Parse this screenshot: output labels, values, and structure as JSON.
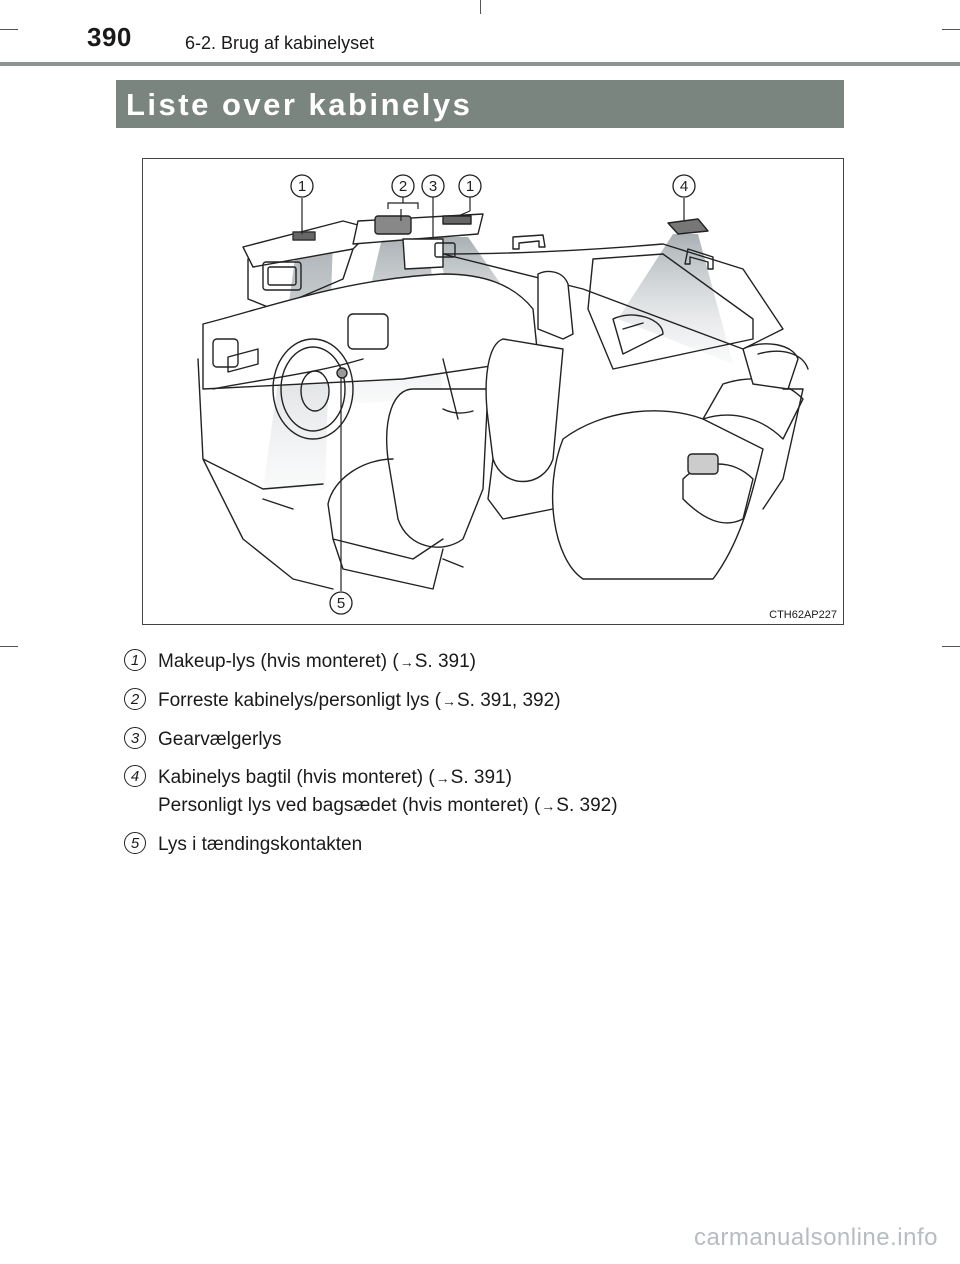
{
  "page": {
    "number": "390",
    "section": "6-2. Brug af kabinelyset",
    "title": "Liste over kabinelys"
  },
  "figure": {
    "code": "CTH62AP227",
    "callouts": [
      "1",
      "2",
      "3",
      "1",
      "4",
      "5"
    ]
  },
  "legend": [
    {
      "num": "1",
      "lines": [
        {
          "pre": "Makeup-lys (hvis monteret) (",
          "arrow": "→",
          "post": "S. 391)"
        }
      ]
    },
    {
      "num": "2",
      "lines": [
        {
          "pre": "Forreste kabinelys/personligt lys (",
          "arrow": "→",
          "post": "S. 391, 392)"
        }
      ]
    },
    {
      "num": "3",
      "lines": [
        {
          "pre": "Gearvælgerlys",
          "arrow": "",
          "post": ""
        }
      ]
    },
    {
      "num": "4",
      "lines": [
        {
          "pre": "Kabinelys bagtil (hvis monteret) (",
          "arrow": "→",
          "post": "S. 391)"
        },
        {
          "pre": "Personligt lys ved bagsædet (hvis monteret) (",
          "arrow": "→",
          "post": "S. 392)"
        }
      ]
    },
    {
      "num": "5",
      "lines": [
        {
          "pre": "Lys i tændingskontakten",
          "arrow": "",
          "post": ""
        }
      ]
    }
  ],
  "watermark": "carmanualsonline.info"
}
